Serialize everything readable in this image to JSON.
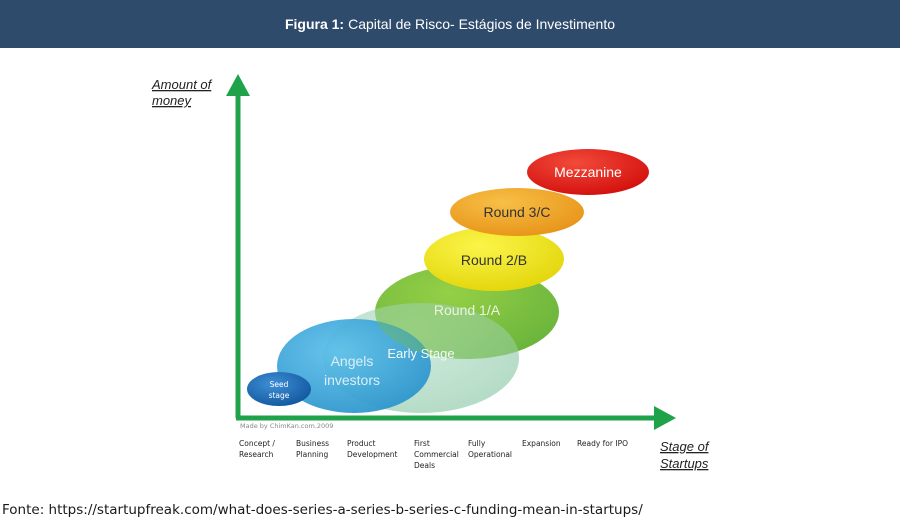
{
  "header": {
    "figure_label": "Figura 1:",
    "title": "Capital de Risco- Estágios de Investimento"
  },
  "y_axis_label": [
    "Amount of",
    "money"
  ],
  "x_axis_label": [
    "Stage of",
    "Startups"
  ],
  "watermark": "Made by ChimKan.com.2009",
  "bubbles": {
    "seed": [
      "Seed",
      "stage"
    ],
    "angels": [
      "Angels",
      "investors"
    ],
    "early": "Early Stage",
    "round1": "Round 1/A",
    "round2": "Round 2/B",
    "round3": "Round 3/C",
    "mezzanine": "Mezzanine"
  },
  "stages": [
    [
      "Concept /",
      "Research"
    ],
    [
      "Business",
      "Planning"
    ],
    [
      "Product",
      "Development"
    ],
    [
      "First",
      "Commercial",
      "Deals"
    ],
    [
      "Fully",
      "Operational"
    ],
    [
      "Expansion"
    ],
    [
      "Ready for IPO"
    ]
  ],
  "colors": {
    "header_bg": "#2f4b6c",
    "axis": "#1fa34a",
    "seed": "#1a6bb8",
    "angels": "#3aa5da",
    "early": "#a8d8c0",
    "round1": "#7cc043",
    "round2": "#f3ec1a",
    "round3": "#f2a92a",
    "mezzanine": "#e6201d"
  },
  "source": "Fonte: https://startupfreak.com/what-does-series-a-series-b-series-c-funding-mean-in-startups/"
}
